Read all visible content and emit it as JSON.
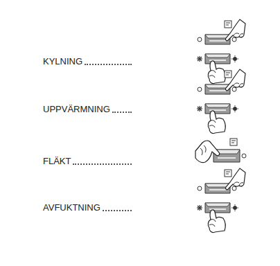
{
  "diagram": {
    "labels": [
      "KYLNING",
      "UPPVÄRMNING",
      "FLÄKT",
      "AVFUKTNING"
    ]
  }
}
